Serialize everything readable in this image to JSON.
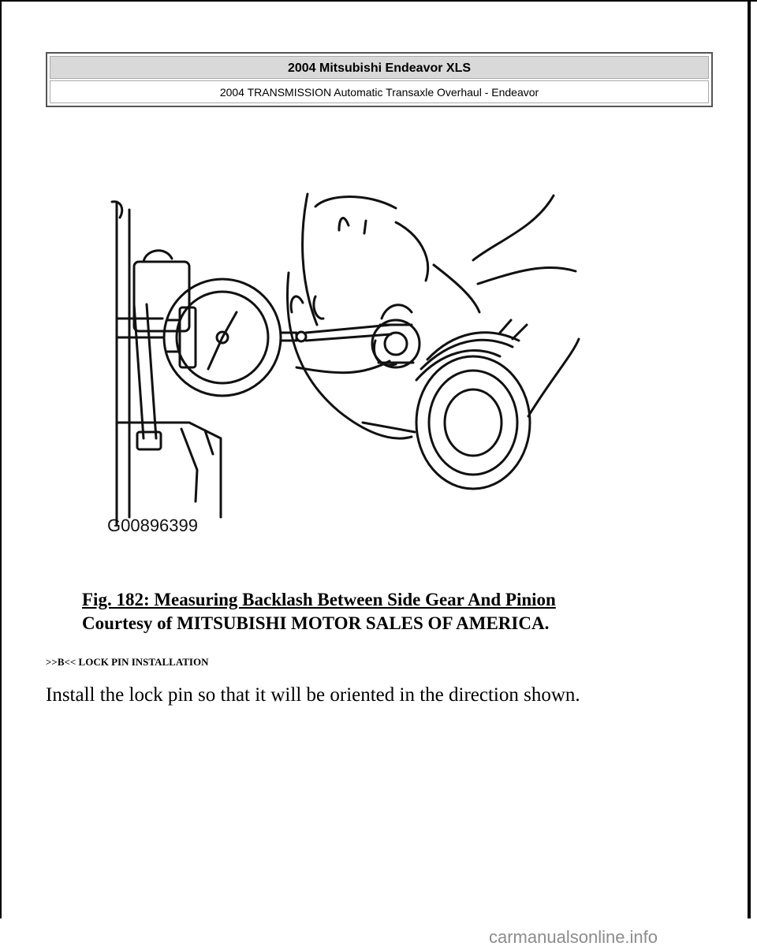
{
  "header": {
    "title": "2004 Mitsubishi Endeavor XLS",
    "subtitle": "2004 TRANSMISSION Automatic Transaxle Overhaul - Endeavor"
  },
  "figure": {
    "image_id_label": "G00896399"
  },
  "caption": {
    "title": "Fig. 182: Measuring Backlash Between Side Gear And Pinion",
    "credit": "Courtesy of MITSUBISHI MOTOR SALES OF AMERICA."
  },
  "section": {
    "heading": ">>B<< LOCK PIN INSTALLATION",
    "body": "Install the lock pin so that it will be oriented in the direction shown."
  },
  "footer": {
    "watermark": "carmanualsonline.info"
  }
}
